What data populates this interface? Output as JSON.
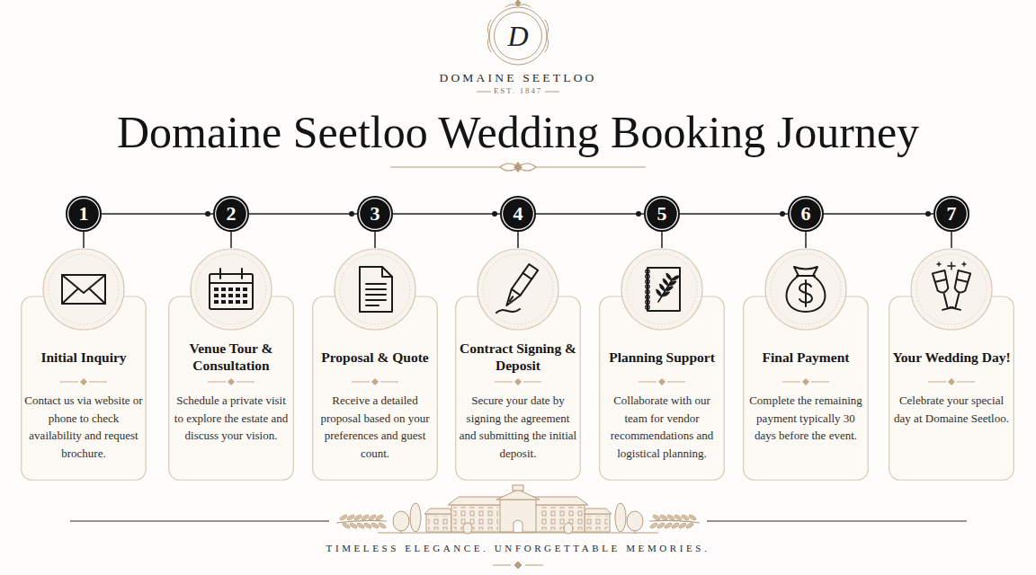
{
  "diagram": {
    "title": "Domaine Seetloo Wedding Booking Journey",
    "caption": "TIMELESS ELEGANCE. UNFORGETTABLE MEMORIES.",
    "nodes": [
      {
        "text": [
          "D"
        ]
      },
      {
        "text": [
          "1"
        ]
      },
      {
        "text": [
          "Initial Inquiry",
          "Contact us via website or phone to check availability and request brochure."
        ]
      },
      {
        "text": [
          "2"
        ]
      },
      {
        "text": [
          "Venue Tour & Consultation",
          "Schedule a private visit to explore the estate and discuss your vision."
        ]
      },
      {
        "text": [
          "3"
        ]
      },
      {
        "text": [
          "Proposal & Quote",
          "Receive a detailed proposal based on your preferences and guest count."
        ]
      },
      {
        "text": [
          "4"
        ]
      },
      {
        "text": [
          "Contract Signing & Deposit",
          "Secure your date by signing the agreement and submitting the initial deposit."
        ]
      },
      {
        "text": [
          "5"
        ]
      },
      {
        "text": [
          "Planning Support",
          "Collaborate with our team for vendor recommendations and logistical planning."
        ]
      },
      {
        "text": [
          "6"
        ]
      },
      {
        "text": [
          "Final Payment",
          "Complete the remaining payment typically 30 days before the event."
        ]
      },
      {
        "text": [
          "7"
        ]
      },
      {
        "text": [
          "Your Wedding Day!",
          "Celebrate your special day at Domaine Seetloo."
        ]
      }
    ],
    "edges": [
      {
        "from": 1,
        "to": 3,
        "arrow": "to"
      },
      {
        "from": 3,
        "to": 5,
        "arrow": "to"
      },
      {
        "from": 5,
        "to": 7,
        "arrow": "to"
      },
      {
        "from": 7,
        "to": 9,
        "arrow": "to"
      },
      {
        "from": 9,
        "to": 11,
        "arrow": "to"
      },
      {
        "from": 11,
        "to": 13,
        "arrow": "to"
      },
      {
        "from": 1,
        "to": 2,
        "arrow": "none"
      },
      {
        "from": 3,
        "to": 4,
        "arrow": "none"
      },
      {
        "from": 5,
        "to": 6,
        "arrow": "none"
      },
      {
        "from": 7,
        "to": 8,
        "arrow": "none"
      },
      {
        "from": 9,
        "to": 10,
        "arrow": "none"
      },
      {
        "from": 11,
        "to": 12,
        "arrow": "none"
      },
      {
        "from": 13,
        "to": 14,
        "arrow": "none"
      }
    ],
    "labels": [
      "DOMAINE SEETLOO",
      "EST. 1847"
    ]
  }
}
